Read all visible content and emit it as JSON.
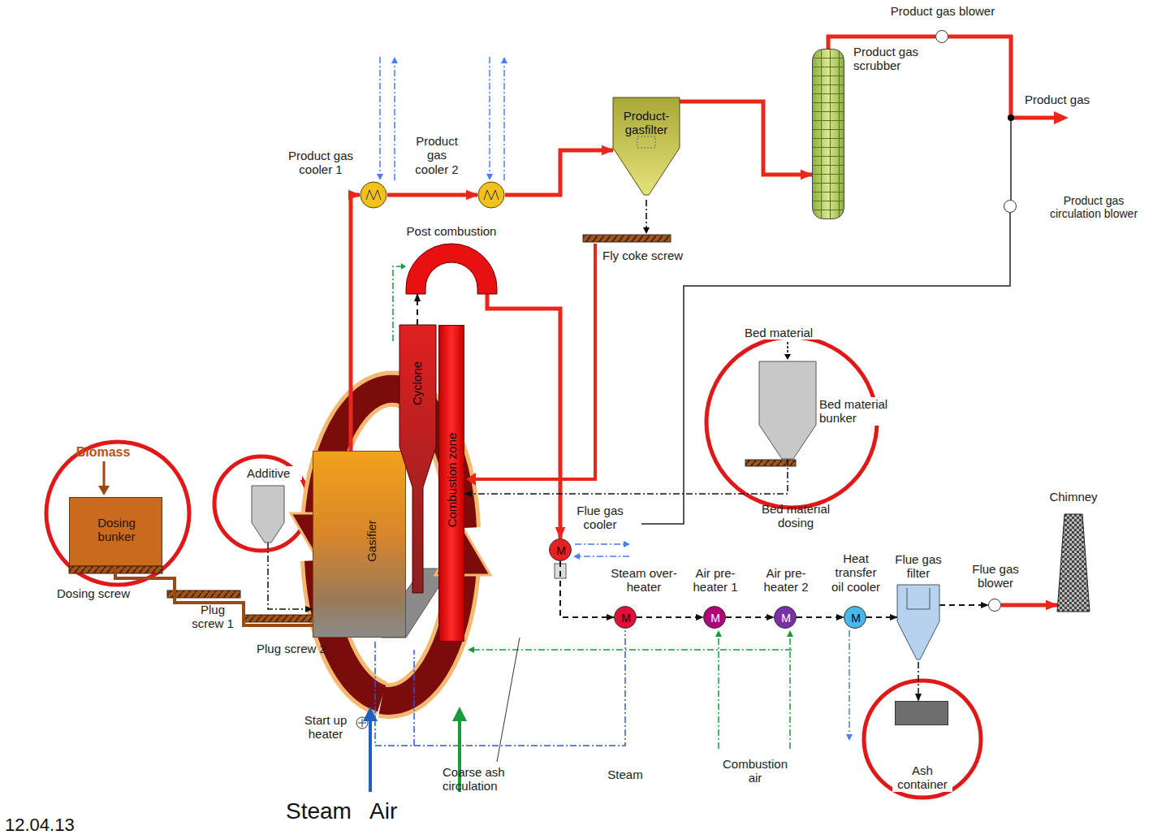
{
  "diagram": {
    "nodes": [
      {
        "text": [
          "Dosing bunker"
        ]
      },
      {
        "text": [
          "Additive"
        ]
      },
      {
        "text": [
          "Gasifier"
        ]
      },
      {
        "text": [
          "Cyclone"
        ]
      },
      {
        "text": [
          "Combustion zone"
        ]
      },
      {
        "text": [
          "Post combustion"
        ]
      },
      {
        "text": [
          "Product gas cooler 1"
        ]
      },
      {
        "text": [
          "Product gas cooler 2"
        ]
      },
      {
        "text": [
          "Product-gasfilter"
        ]
      },
      {
        "text": [
          "Product gas scrubber"
        ]
      },
      {
        "text": [
          "Bed material",
          "Bed material bunker"
        ]
      },
      {
        "text": [
          "Flue gas cooler",
          "M"
        ]
      },
      {
        "text": [
          "Steam over-heater",
          "M"
        ]
      },
      {
        "text": [
          "Air pre-heater 1",
          "M"
        ]
      },
      {
        "text": [
          "Air pre-heater 2",
          "M"
        ]
      },
      {
        "text": [
          "Heat transfer oil cooler",
          "M"
        ]
      },
      {
        "text": [
          "Flue gas filter"
        ]
      },
      {
        "text": [
          "Flue gas blower"
        ]
      },
      {
        "text": [
          "Chimney"
        ]
      },
      {
        "text": [
          "Ash container"
        ]
      },
      {
        "text": [
          "Product gas blower"
        ]
      },
      {
        "text": [
          "Product gas circulation blower"
        ]
      }
    ],
    "edges": [
      {
        "from": 2,
        "to": 6,
        "arrow": "to"
      },
      {
        "from": 6,
        "to": 7,
        "arrow": "to"
      },
      {
        "from": 7,
        "to": 8,
        "arrow": "to"
      },
      {
        "from": 8,
        "to": 9,
        "arrow": "to"
      },
      {
        "from": 9,
        "to": 20,
        "arrow": "none"
      },
      {
        "from": 3,
        "to": 5,
        "arrow": "to"
      },
      {
        "from": 5,
        "to": 11,
        "arrow": "to"
      },
      {
        "from": 10,
        "to": 4,
        "arrow": "to"
      },
      {
        "from": 11,
        "to": 12,
        "arrow": "to"
      },
      {
        "from": 12,
        "to": 13,
        "arrow": "to"
      },
      {
        "from": 13,
        "to": 14,
        "arrow": "to"
      },
      {
        "from": 14,
        "to": 15,
        "arrow": "to"
      },
      {
        "from": 15,
        "to": 16,
        "arrow": "to"
      },
      {
        "from": 16,
        "to": 17,
        "arrow": "to"
      },
      {
        "from": 17,
        "to": 18,
        "arrow": "to"
      },
      {
        "from": 16,
        "to": 19,
        "arrow": "to"
      },
      {
        "from": 0,
        "to": 2,
        "arrow": "none"
      },
      {
        "from": 1,
        "to": 2,
        "arrow": "to"
      }
    ],
    "labels": [
      "Biomass",
      "Dosing screw",
      "Plug screw 1",
      "Plug screw 2",
      "Fly coke screw",
      "Product gas",
      "Bed material dosing",
      "Start up heater",
      "Coarse ash circulation",
      "Steam",
      "Combustion air",
      "Steam",
      "Air",
      "12.04.13"
    ]
  }
}
